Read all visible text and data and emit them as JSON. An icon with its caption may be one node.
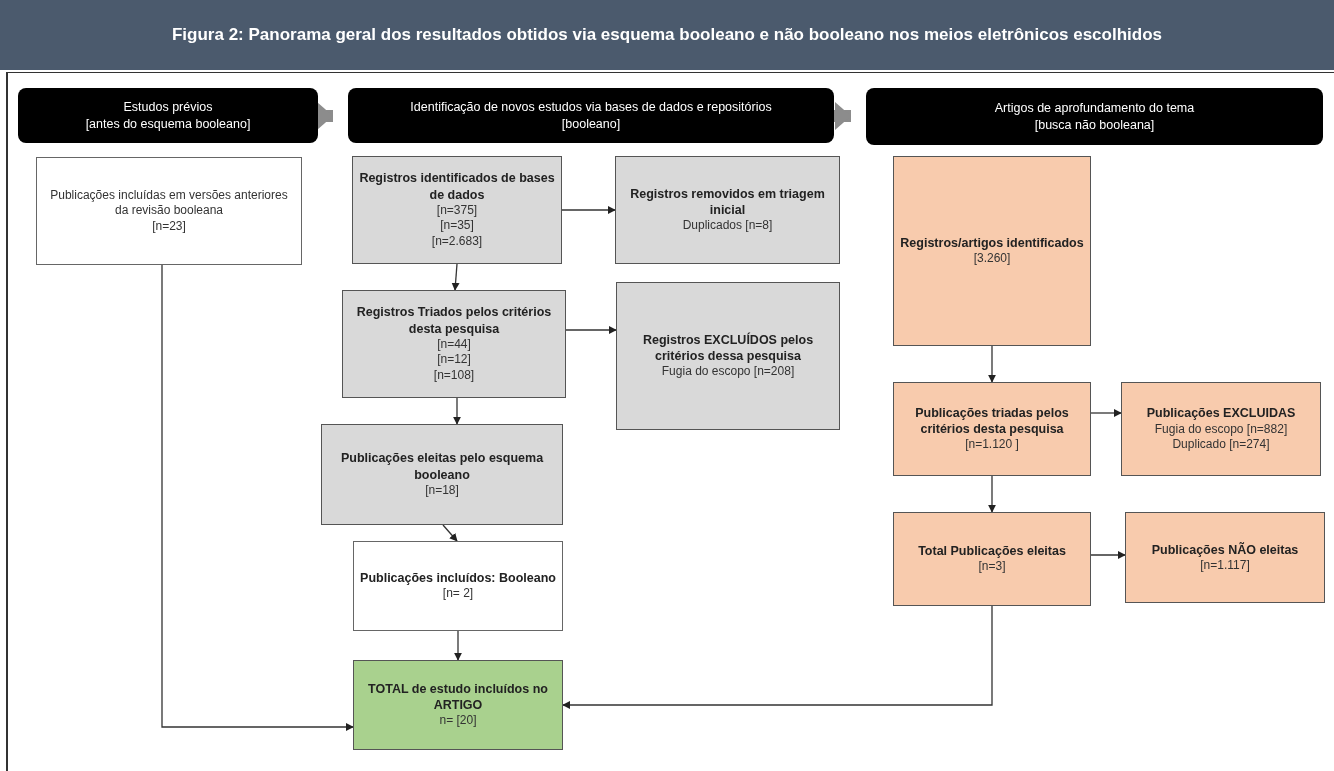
{
  "diagram": {
    "title": "Figura 2: Panorama geral dos resultados obtidos via esquema booleano e não booleano nos meios eletrônicos escolhidos",
    "nodes": [
      {
        "text": [
          "Estudos prévios",
          "[antes do esquema booleano]"
        ]
      },
      {
        "text": [
          "Identificação de novos estudos via bases de dados e repositórios",
          "[booleano]"
        ]
      },
      {
        "text": [
          "Artigos de aprofundamento do tema",
          "[busca não booleana]"
        ]
      },
      {
        "text": [
          "Publicações incluídas em versões anteriores da revisão booleana",
          "[n=23]"
        ]
      },
      {
        "text": [
          "Registros identificados de bases de dados",
          "[n=375]",
          "[n=35]",
          "[n=2.683]"
        ]
      },
      {
        "text": [
          "Registros removidos em triagem inicial",
          "Duplicados [n=8]"
        ]
      },
      {
        "text": [
          "Registros Triados pelos critérios desta pesquisa",
          "[n=44]",
          "[n=12]",
          "[n=108]"
        ]
      },
      {
        "text": [
          "Registros EXCLUÍDOS pelos critérios dessa pesquisa",
          "Fugia do escopo [n=208]"
        ]
      },
      {
        "text": [
          "Publicações eleitas pelo esquema booleano",
          "[n=18]"
        ]
      },
      {
        "text": [
          "Publicações incluídos: Booleano",
          "[n= 2]"
        ]
      },
      {
        "text": [
          "TOTAL de estudo incluídos no ARTIGO",
          "n= [20]"
        ]
      },
      {
        "text": [
          "Registros/artigos identificados",
          "[3.260]"
        ]
      },
      {
        "text": [
          "Publicações triadas pelos critérios desta pesquisa",
          "[n=1.120 ]"
        ]
      },
      {
        "text": [
          "Publicações EXCLUIDAS",
          "Fugia do escopo [n=882]",
          "Duplicado [n=274]"
        ]
      },
      {
        "text": [
          "Total Publicações eleitas",
          "[n=3]"
        ]
      },
      {
        "text": [
          "Publicações NÃO eleitas",
          "[n=1.117]"
        ]
      }
    ],
    "edges": [
      {
        "from": 0,
        "to": 1,
        "arrow": "to",
        "style": "thick",
        "color": "#8c8c8c"
      },
      {
        "from": 1,
        "to": 2,
        "arrow": "to",
        "style": "thick",
        "color": "#8c8c8c"
      },
      {
        "from": 4,
        "to": 5,
        "arrow": "to"
      },
      {
        "from": 4,
        "to": 6,
        "arrow": "to"
      },
      {
        "from": 6,
        "to": 7,
        "arrow": "to"
      },
      {
        "from": 6,
        "to": 8,
        "arrow": "to"
      },
      {
        "from": 8,
        "to": 9,
        "arrow": "to"
      },
      {
        "from": 9,
        "to": 10,
        "arrow": "to"
      },
      {
        "from": 11,
        "to": 12,
        "arrow": "to"
      },
      {
        "from": 12,
        "to": 13,
        "arrow": "to"
      },
      {
        "from": 12,
        "to": 14,
        "arrow": "to"
      },
      {
        "from": 14,
        "to": 15,
        "arrow": "to"
      },
      {
        "from": 14,
        "to": 10,
        "arrow": "to"
      },
      {
        "from": 3,
        "to": 10,
        "arrow": "to"
      }
    ]
  }
}
